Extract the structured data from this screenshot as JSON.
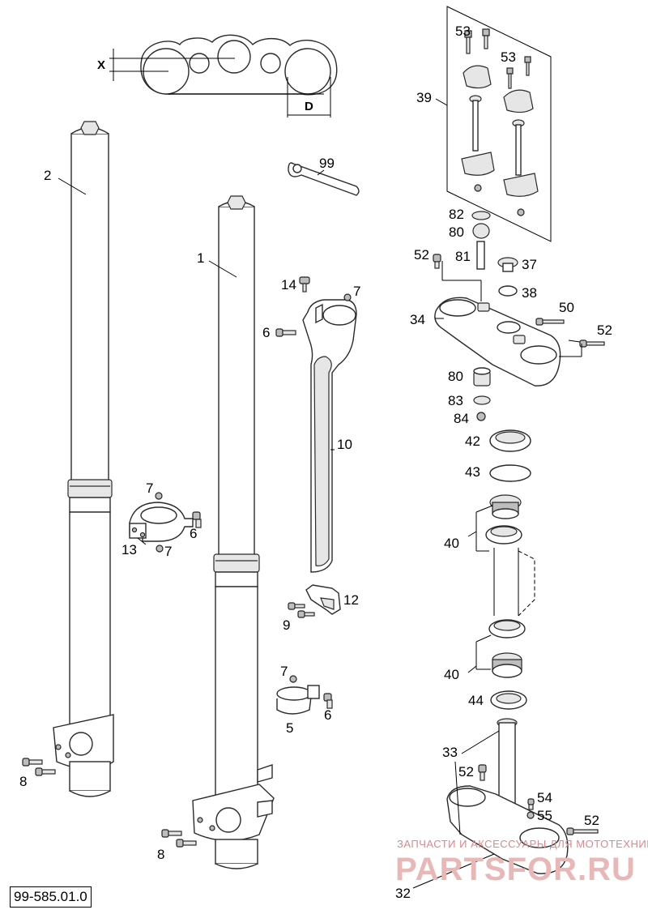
{
  "dimensions": {
    "x_label": "X",
    "d_label": "D"
  },
  "callouts": {
    "c1": "1",
    "c2": "2",
    "c5": "5",
    "c6a": "6",
    "c6b": "6",
    "c6c": "6",
    "c7a": "7",
    "c7b": "7",
    "c7c": "7",
    "c7d": "7",
    "c8a": "8",
    "c8b": "8",
    "c9": "9",
    "c10": "10",
    "c12": "12",
    "c13": "13",
    "c14": "14",
    "c32": "32",
    "c33": "33",
    "c34": "34",
    "c37": "37",
    "c38": "38",
    "c39": "39",
    "c40a": "40",
    "c40b": "40",
    "c42": "42",
    "c43": "43",
    "c44": "44",
    "c50": "50",
    "c52a": "52",
    "c52b": "52",
    "c52c": "52",
    "c52d": "52",
    "c53a": "53",
    "c53b": "53",
    "c54": "54",
    "c55": "55",
    "c80a": "80",
    "c80b": "80",
    "c81": "81",
    "c82": "82",
    "c83": "83",
    "c84": "84",
    "c99": "99"
  },
  "watermark": {
    "line1": "ЗАПЧАСТИ И АКСЕССУАРЫ ДЛЯ МОТОТЕХНИКИ",
    "line2": "PARTSFOR.RU"
  },
  "diagram_code": "99-585.01.0"
}
